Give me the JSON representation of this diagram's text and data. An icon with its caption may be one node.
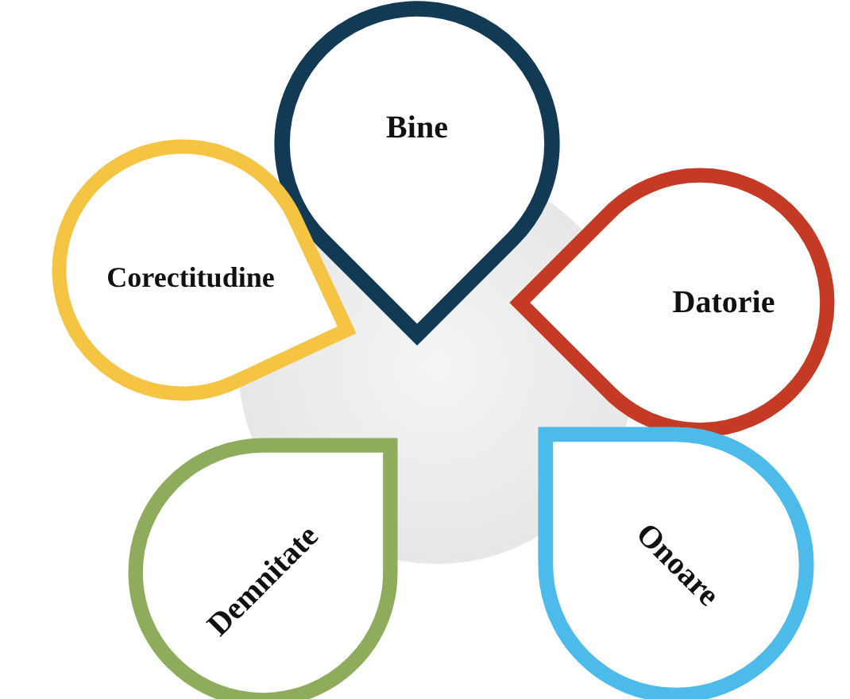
{
  "diagram": {
    "nodes": [
      {
        "text": [
          "Bine"
        ]
      },
      {
        "text": [
          "Corectitudine"
        ]
      },
      {
        "text": [
          "Datorie"
        ]
      },
      {
        "text": [
          "Demnitate"
        ]
      },
      {
        "text": [
          "Onoare"
        ]
      }
    ]
  }
}
